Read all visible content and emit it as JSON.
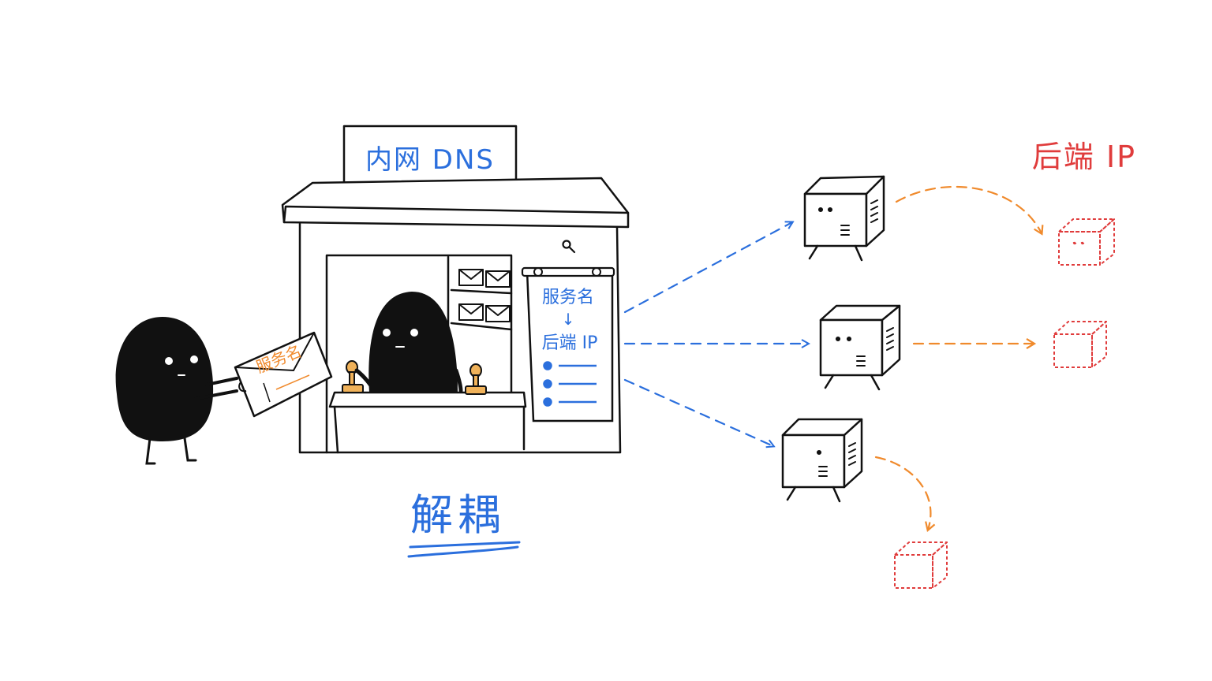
{
  "sign": {
    "label": "内网 DNS"
  },
  "envelope": {
    "label": "服务名"
  },
  "mapping_board": {
    "line1": "服务名",
    "arrow": "↓",
    "line2": "后端 IP",
    "items": [
      "",
      "",
      ""
    ]
  },
  "caption": {
    "label": "解耦"
  },
  "backend_header": {
    "label": "后端 IP"
  },
  "colors": {
    "ink": "#111111",
    "blue": "#2b6fdd",
    "orange": "#f08a2c",
    "red": "#e03c3c",
    "stamp": "#f0b25a"
  },
  "icons": [
    "magnifier-icon",
    "envelope-icon",
    "stamp-icon",
    "server-box-icon",
    "backend-box-icon"
  ]
}
